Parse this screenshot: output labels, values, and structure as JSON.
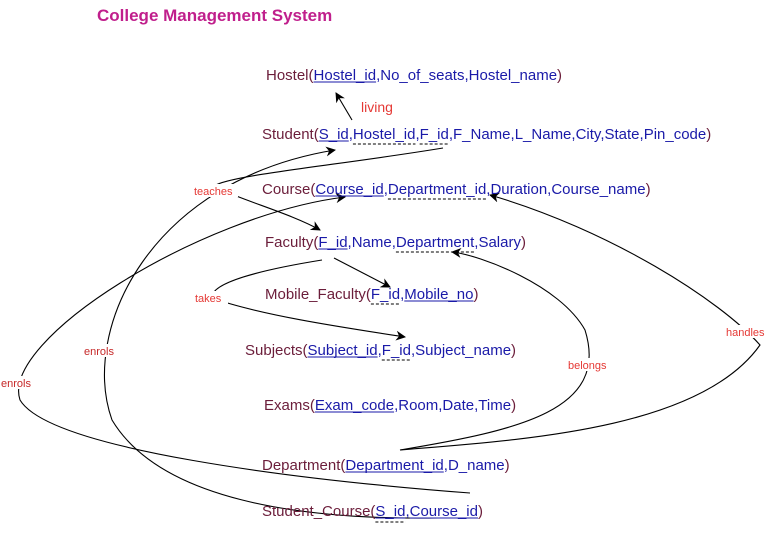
{
  "title": "College Management System",
  "colors": {
    "title": "#c01f8c",
    "relation_name": "#6b1d3a",
    "attribute": "#1a1aa8",
    "edge_label": "#e53935",
    "edge": "#000000"
  },
  "relations": [
    {
      "id": "hostel",
      "name": "Hostel",
      "attributes": [
        {
          "text": "Hostel_id",
          "key": "primary"
        },
        {
          "text": "No_of_seats",
          "key": "none"
        },
        {
          "text": "Hostel_name",
          "key": "none"
        }
      ]
    },
    {
      "id": "student",
      "name": "Student",
      "attributes": [
        {
          "text": "S_id",
          "key": "primary"
        },
        {
          "text": "Hostel_id",
          "key": "foreign"
        },
        {
          "text": "F_id",
          "key": "foreign"
        },
        {
          "text": "F_Name",
          "key": "none"
        },
        {
          "text": "L_Name",
          "key": "none"
        },
        {
          "text": "City",
          "key": "none"
        },
        {
          "text": "State",
          "key": "none"
        },
        {
          "text": "Pin_code",
          "key": "none"
        }
      ]
    },
    {
      "id": "course",
      "name": "Course",
      "attributes": [
        {
          "text": "Course_id",
          "key": "primary"
        },
        {
          "text": "Department_id",
          "key": "foreign"
        },
        {
          "text": "Duration",
          "key": "none"
        },
        {
          "text": "Course_name",
          "key": "none"
        }
      ]
    },
    {
      "id": "faculty",
      "name": "Faculty",
      "attributes": [
        {
          "text": "F_id",
          "key": "primary"
        },
        {
          "text": "Name",
          "key": "none"
        },
        {
          "text": "Department",
          "key": "foreign"
        },
        {
          "text": "Salary",
          "key": "none"
        }
      ]
    },
    {
      "id": "mobile_faculty",
      "name": "Mobile_Faculty",
      "attributes": [
        {
          "text": "F_id",
          "key": "foreign"
        },
        {
          "text": "Mobile_no",
          "key": "primary"
        }
      ]
    },
    {
      "id": "subjects",
      "name": "Subjects",
      "attributes": [
        {
          "text": "Subject_id",
          "key": "primary"
        },
        {
          "text": "F_id",
          "key": "foreign"
        },
        {
          "text": "Subject_name",
          "key": "none"
        }
      ]
    },
    {
      "id": "exams",
      "name": "Exams",
      "attributes": [
        {
          "text": "Exam_code",
          "key": "primary"
        },
        {
          "text": "Room",
          "key": "none"
        },
        {
          "text": "Date",
          "key": "none"
        },
        {
          "text": "Time",
          "key": "none"
        }
      ]
    },
    {
      "id": "department",
      "name": "Department",
      "attributes": [
        {
          "text": "Department_id",
          "key": "primary"
        },
        {
          "text": "D_name",
          "key": "none"
        }
      ]
    },
    {
      "id": "student_course",
      "name": "Student_Course",
      "attributes": [
        {
          "text": "S_id",
          "key": "both"
        },
        {
          "text": "Course_id",
          "key": "primary"
        }
      ]
    }
  ],
  "edge_labels": {
    "living": "living",
    "teaches": "teaches",
    "takes": "takes",
    "enrols_inner": "enrols",
    "enrols_outer": "enrols",
    "belongs": "belongs",
    "handles": "handles"
  }
}
